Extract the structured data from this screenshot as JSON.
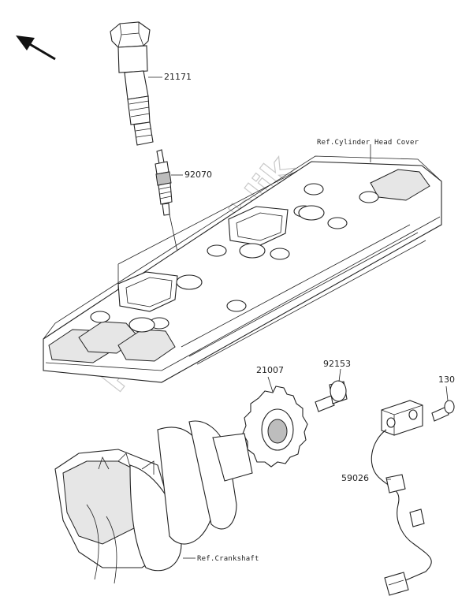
{
  "callouts": {
    "p21171": "21171",
    "p92070": "92070",
    "p21007": "21007",
    "p92153": "92153",
    "p130": "130",
    "p59026": "59026"
  },
  "references": {
    "cylinder_head_cover": "Ref.Cylinder Head Cover",
    "crankshaft": "Ref.Crankshaft"
  },
  "watermark": "PartsRepublik"
}
